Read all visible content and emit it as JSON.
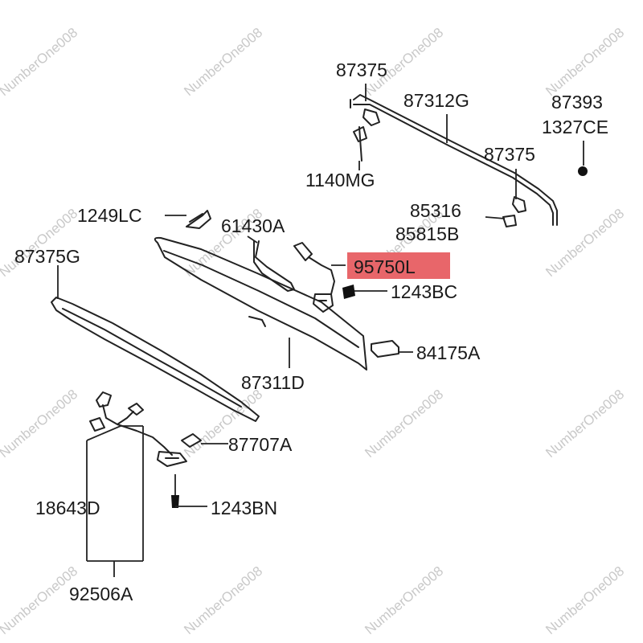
{
  "watermark": "NumberOne008",
  "highlight_color": "#e8666a",
  "labels": {
    "l87375_top": "87375",
    "l87312G": "87312G",
    "l87393": "87393",
    "l1327CE": "1327CE",
    "l87375_mid": "87375",
    "l1140MG": "1140MG",
    "l85316": "85316",
    "l85815B": "85815B",
    "l1249LC": "1249LC",
    "l61430A": "61430A",
    "l87375G": "87375G",
    "l95750L": "95750L",
    "l1243BC": "1243BC",
    "l84175A": "84175A",
    "l87311D": "87311D",
    "l87707A": "87707A",
    "l18643D": "18643D",
    "l1243BN": "1243BN",
    "l92506A": "92506A"
  }
}
